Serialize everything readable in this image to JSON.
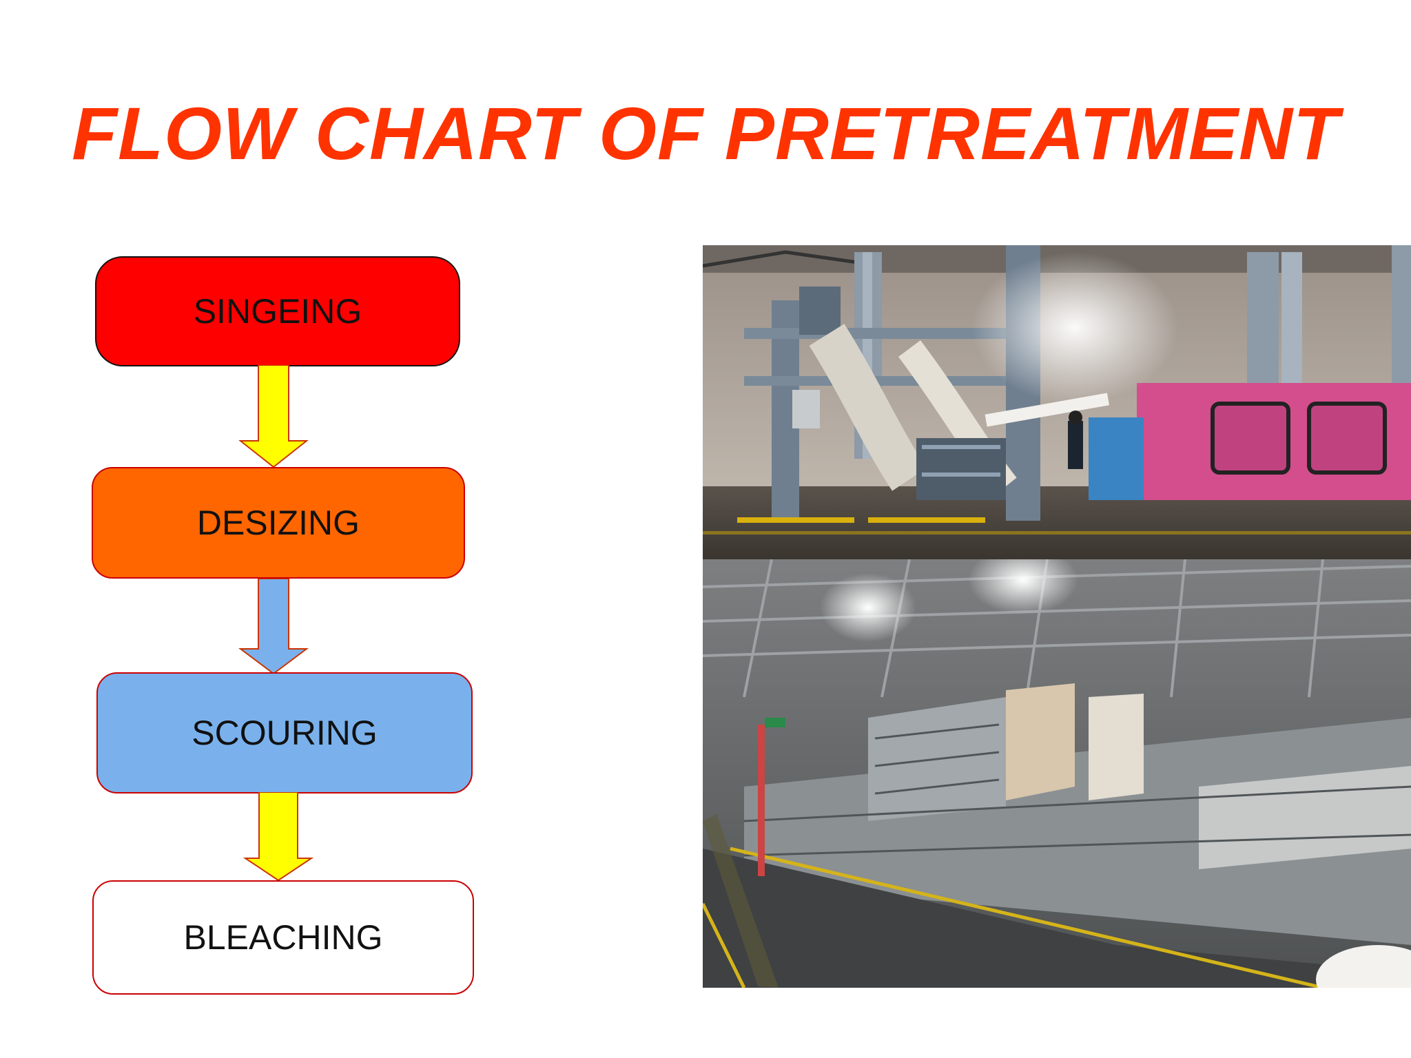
{
  "title": "FLOW CHART OF PRETREATMENT",
  "colors": {
    "title": "#ff3300",
    "singeing": "#ff0000",
    "desizing": "#ff6600",
    "scouring": "#7ab1ec",
    "bleaching": "#ffffff",
    "arrow_yellow": "#ffff00",
    "arrow_blue": "#7ab1ec"
  },
  "steps": [
    {
      "label": "SINGEING"
    },
    {
      "label": "DESIZING"
    },
    {
      "label": "SCOURING"
    },
    {
      "label": "BLEACHING"
    }
  ]
}
